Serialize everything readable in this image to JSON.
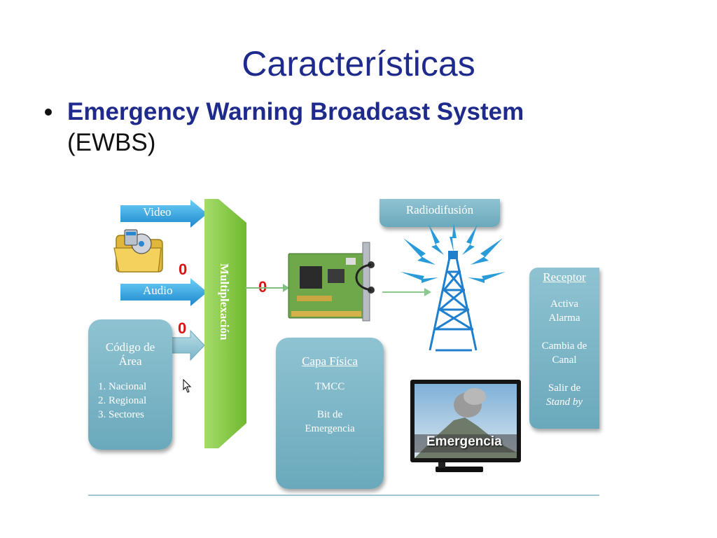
{
  "slide": {
    "title": "Características",
    "bullet_strong": "Emergency Warning Broadcast System",
    "bullet_rest": "(EWBS)"
  },
  "diagram": {
    "video_label": "Video",
    "audio_label": "Audio",
    "mux_label": "Multiplexación",
    "zero_marks": [
      "0",
      "0",
      "0"
    ],
    "codigo_area": {
      "title_line1": "Código de",
      "title_line2": "Área",
      "items": [
        "1.   Nacional",
        "2.   Regional",
        "3.   Sectores"
      ]
    },
    "capa_fisica": {
      "title": "Capa Física",
      "line1": "TMCC",
      "line2": "Bit de",
      "line3": "Emergencia"
    },
    "radiodifusion": "Radiodifusión",
    "receptor": {
      "title": "Receptor",
      "line1": "Activa",
      "line2": "Alarma",
      "line3": "Cambia de",
      "line4": "Canal",
      "line5": "Salir de",
      "line6": "Stand by"
    },
    "tv_caption": "Emergencia",
    "colors": {
      "title_blue": "#1f2b8c",
      "arrow_blue": "#2a9bd9",
      "mux_green": "#8ccf4d",
      "box_teal": "#7ab6c8",
      "zero_red": "#d81414"
    },
    "icons": [
      "folder-media-icon",
      "pci-card-icon",
      "broadcast-tower-icon",
      "tv-screen-icon",
      "mouse-cursor-icon"
    ]
  }
}
